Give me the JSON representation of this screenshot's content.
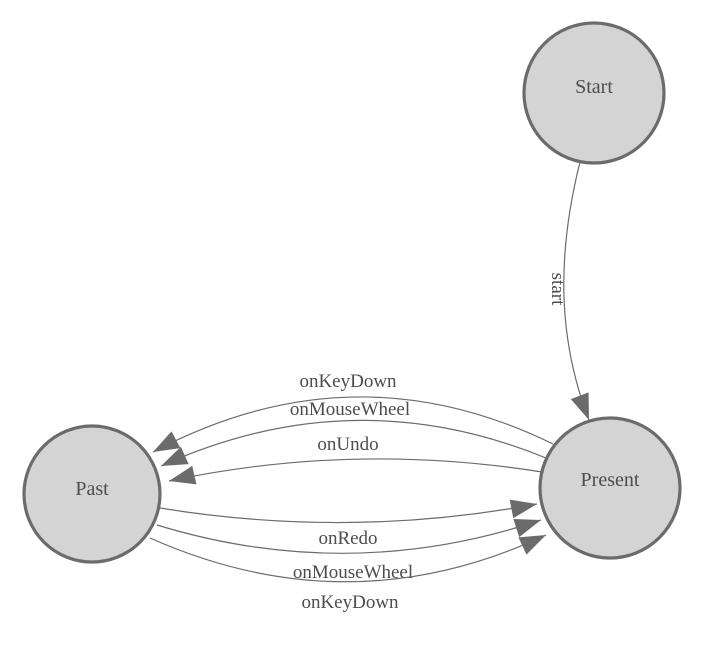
{
  "diagram": {
    "type": "state-machine",
    "background_color": "#ffffff",
    "colors": {
      "node_fill": "#d4d4d4",
      "node_stroke": "#6b6b6b",
      "edge_stroke": "#6b6b6b",
      "arrow_fill": "#6b6b6b",
      "label_text": "#4d4d4d"
    },
    "nodes": [
      {
        "id": "start",
        "label": "Start"
      },
      {
        "id": "present",
        "label": "Present"
      },
      {
        "id": "past",
        "label": "Past"
      }
    ],
    "edges": [
      {
        "from": "start",
        "to": "present",
        "label": "start"
      },
      {
        "from": "present",
        "to": "past",
        "label": "onKeyDown"
      },
      {
        "from": "present",
        "to": "past",
        "label": "onMouseWheel"
      },
      {
        "from": "present",
        "to": "past",
        "label": "onUndo"
      },
      {
        "from": "past",
        "to": "present",
        "label": "onRedo"
      },
      {
        "from": "past",
        "to": "present",
        "label": "onMouseWheel"
      },
      {
        "from": "past",
        "to": "present",
        "label": "onKeyDown"
      }
    ]
  }
}
